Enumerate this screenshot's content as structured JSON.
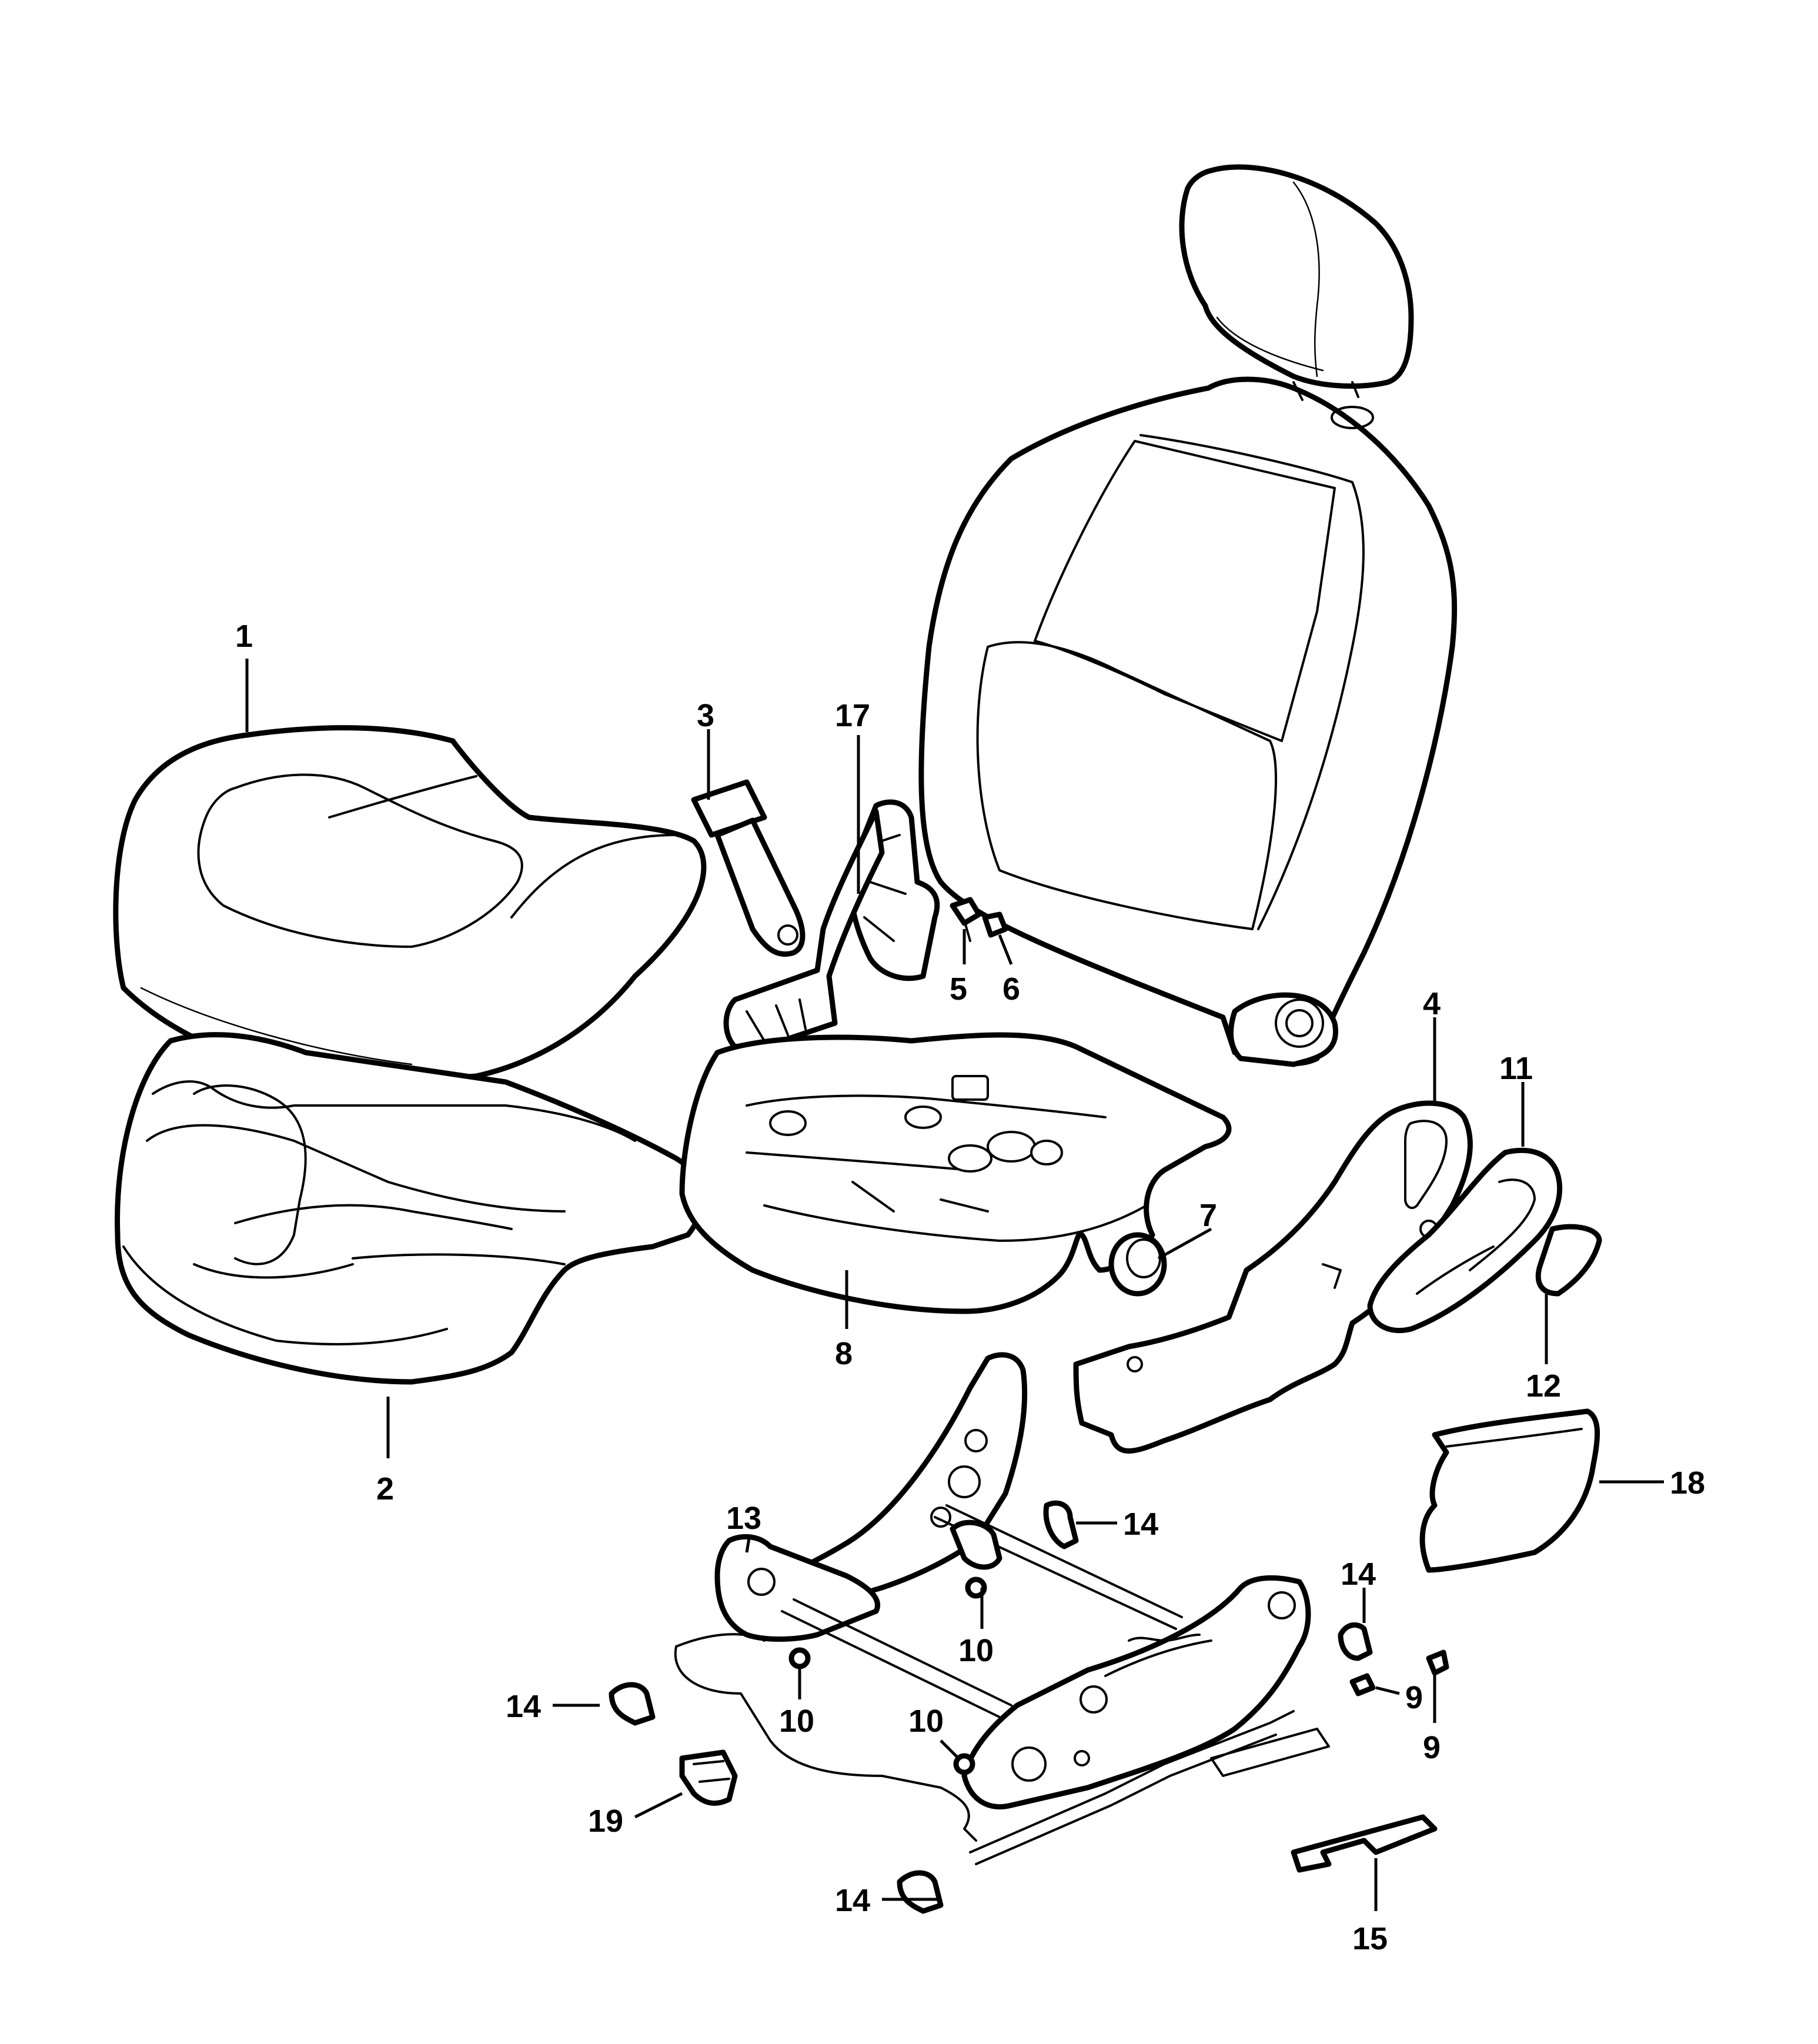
{
  "callouts": [
    {
      "id": "1",
      "label": "1",
      "part": "seat-cushion-cover"
    },
    {
      "id": "2",
      "label": "2",
      "part": "seat-cushion-pad"
    },
    {
      "id": "3",
      "label": "3",
      "part": "seat-belt-buckle"
    },
    {
      "id": "4",
      "label": "4",
      "part": "side-trim-panel"
    },
    {
      "id": "5",
      "label": "5",
      "part": "bolt"
    },
    {
      "id": "6",
      "label": "6",
      "part": "nut"
    },
    {
      "id": "7",
      "label": "7",
      "part": "recliner-knob"
    },
    {
      "id": "8",
      "label": "8",
      "part": "seat-pan"
    },
    {
      "id": "9a",
      "label": "9",
      "part": "screw"
    },
    {
      "id": "9b",
      "label": "9",
      "part": "screw"
    },
    {
      "id": "10a",
      "label": "10",
      "part": "nut"
    },
    {
      "id": "10b",
      "label": "10",
      "part": "nut"
    },
    {
      "id": "10c",
      "label": "10",
      "part": "nut"
    },
    {
      "id": "11",
      "label": "11",
      "part": "recliner-lever"
    },
    {
      "id": "12",
      "label": "12",
      "part": "lever-cap"
    },
    {
      "id": "13",
      "label": "13",
      "part": "seat-track-frame"
    },
    {
      "id": "14a",
      "label": "14",
      "part": "track-cover"
    },
    {
      "id": "14b",
      "label": "14",
      "part": "track-cover"
    },
    {
      "id": "14c",
      "label": "14",
      "part": "track-cover"
    },
    {
      "id": "14d",
      "label": "14",
      "part": "track-cover"
    },
    {
      "id": "15",
      "label": "15",
      "part": "bracket"
    },
    {
      "id": "17",
      "label": "17",
      "part": "seat-belt-buckle-bracket"
    },
    {
      "id": "18",
      "label": "18",
      "part": "trim-cover"
    },
    {
      "id": "19",
      "label": "19",
      "part": "clip"
    }
  ],
  "icons": [
    "seat-cushion",
    "seat-cushion-pad",
    "seat-back",
    "headrest",
    "seat-belt-buckle",
    "seat-pan",
    "seat-track-frame"
  ]
}
